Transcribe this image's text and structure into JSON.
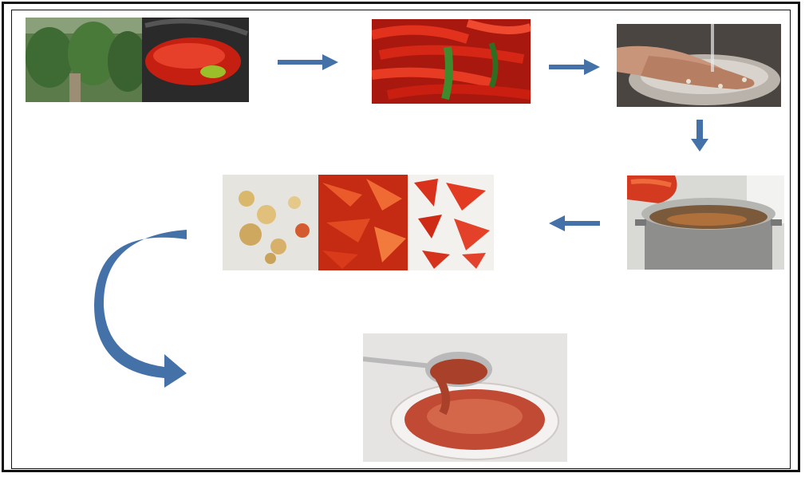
{
  "diagram": {
    "steps": [
      {
        "id": "harvest",
        "icon": "pepper-field-harvest-photo"
      },
      {
        "id": "fresh-peppers",
        "icon": "fresh-red-peppers-photo"
      },
      {
        "id": "washing",
        "icon": "washing-peppers-photo"
      },
      {
        "id": "boiling",
        "icon": "boiling-pot-photo"
      },
      {
        "id": "chopping",
        "icon": "chopped-peppers-photo"
      },
      {
        "id": "sauce",
        "icon": "pepper-sauce-spoon-photo"
      }
    ],
    "colors": {
      "arrow": "#4472a8",
      "frame": "#111111",
      "pepper_red": "#d42a1a",
      "pepper_green": "#3f8a2c"
    }
  }
}
